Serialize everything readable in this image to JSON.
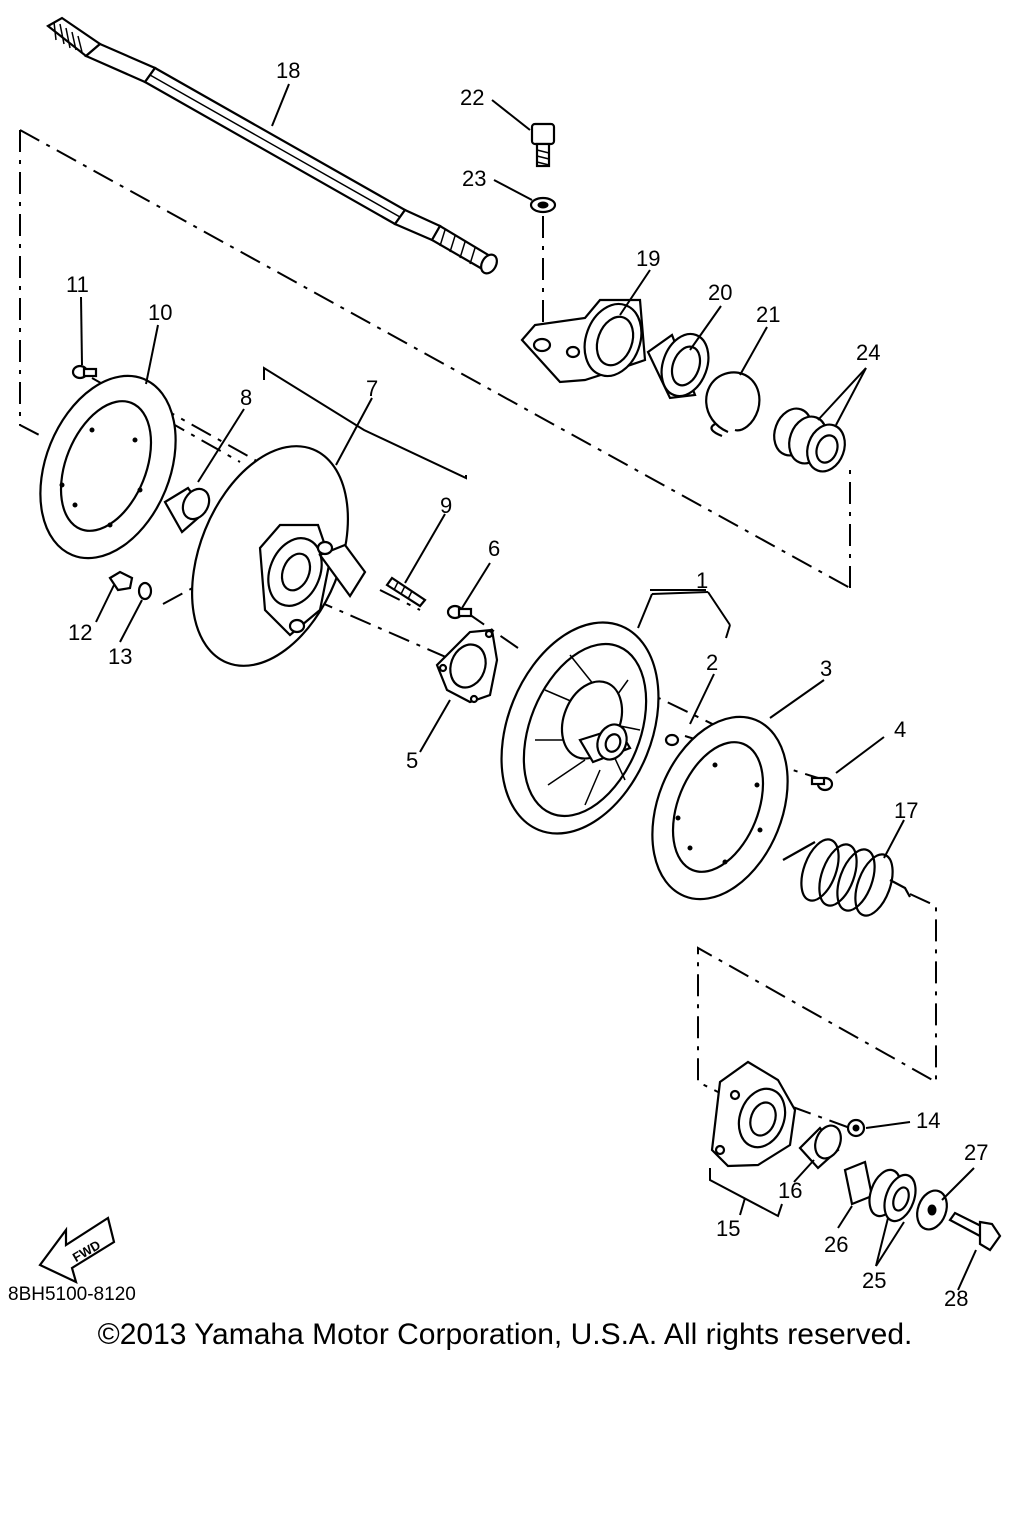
{
  "document_code": "8BH5100-8120",
  "copyright": "©2013 Yamaha Motor Corporation, U.S.A. All rights reserved.",
  "direction_badge": "FWD",
  "callouts": [
    {
      "id": "1",
      "label": "1"
    },
    {
      "id": "2",
      "label": "2"
    },
    {
      "id": "3",
      "label": "3"
    },
    {
      "id": "4",
      "label": "4"
    },
    {
      "id": "5",
      "label": "5"
    },
    {
      "id": "6",
      "label": "6"
    },
    {
      "id": "7",
      "label": "7"
    },
    {
      "id": "8",
      "label": "8"
    },
    {
      "id": "9",
      "label": "9"
    },
    {
      "id": "10",
      "label": "10"
    },
    {
      "id": "11",
      "label": "11"
    },
    {
      "id": "12",
      "label": "12"
    },
    {
      "id": "13",
      "label": "13"
    },
    {
      "id": "14",
      "label": "14"
    },
    {
      "id": "15",
      "label": "15"
    },
    {
      "id": "16",
      "label": "16"
    },
    {
      "id": "17",
      "label": "17"
    },
    {
      "id": "18",
      "label": "18"
    },
    {
      "id": "19",
      "label": "19"
    },
    {
      "id": "20",
      "label": "20"
    },
    {
      "id": "21",
      "label": "21"
    },
    {
      "id": "22",
      "label": "22"
    },
    {
      "id": "23",
      "label": "23"
    },
    {
      "id": "24",
      "label": "24"
    },
    {
      "id": "25",
      "label": "25"
    },
    {
      "id": "26",
      "label": "26"
    },
    {
      "id": "27",
      "label": "27"
    },
    {
      "id": "28",
      "label": "28"
    }
  ]
}
